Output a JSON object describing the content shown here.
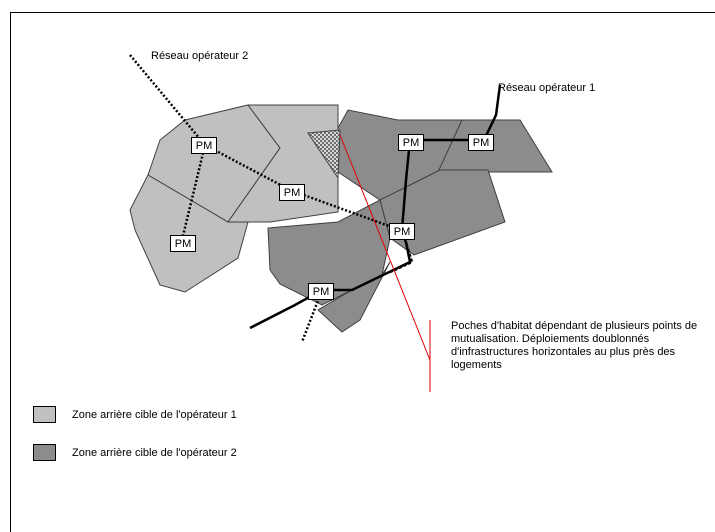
{
  "colors": {
    "operator1_zone": "#c0c0c0",
    "operator2_zone": "#8c8c8c",
    "zone_border": "#404040",
    "callout_line": "#e00000",
    "network_line": "#000000",
    "overlap_pattern": "checkered"
  },
  "networks": {
    "operator2_label": "Réseau opérateur 2",
    "operator1_label": "Réseau opérateur 1"
  },
  "pm_label": "PM",
  "callout_text": "Poches d'habitat dépendant de plusieurs points de mutualisation. Déploiements doublonnés d'infrastructures horizontales au plus près des logements",
  "legend": {
    "operator1_zone": "Zone arrière cible de l'opérateur 1",
    "operator2_zone": "Zone arrière cible de l'opérateur 2"
  }
}
